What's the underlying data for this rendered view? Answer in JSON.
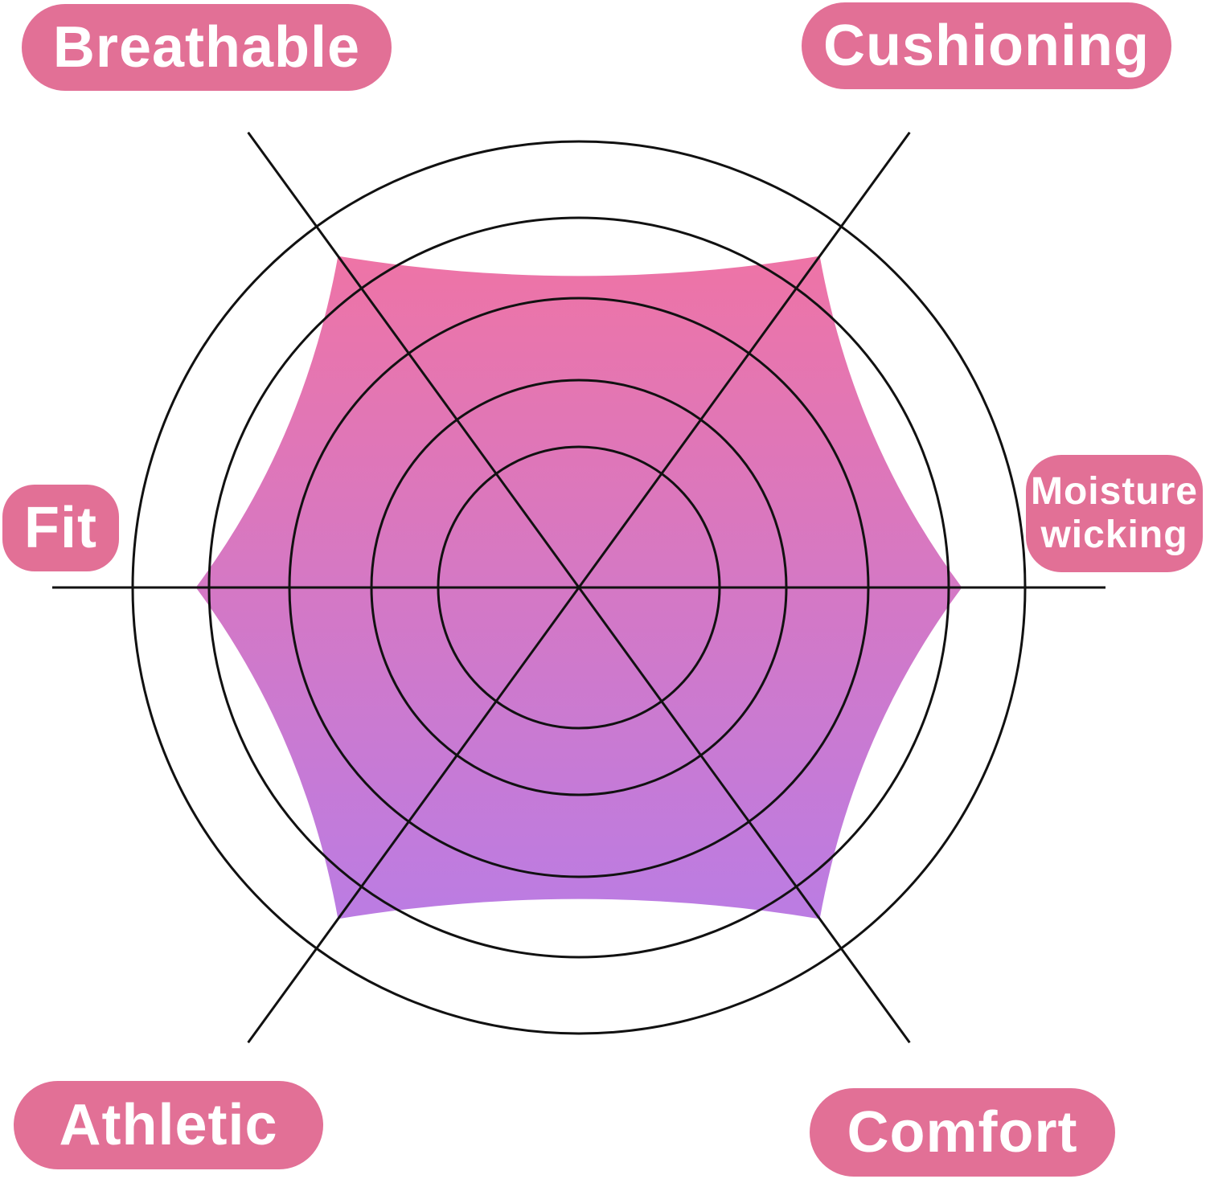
{
  "chart_data": {
    "type": "radar",
    "axes": [
      "Cushioning",
      "Moisture\nwicking",
      "Comfort",
      "Athletic",
      "Fit",
      "Breathable"
    ],
    "values": [
      5,
      5,
      5,
      5,
      5,
      5
    ],
    "range": [
      0,
      6
    ],
    "rings": 6,
    "fill_gradient": [
      "#ee74a6",
      "#bb7ce3"
    ],
    "line_color": "#111111",
    "label_color": "#e27096"
  },
  "labels": {
    "breathable": "Breathable",
    "cushioning": "Cushioning",
    "fit": "Fit",
    "moisture": "Moisture\nwicking",
    "athletic": "Athletic",
    "comfort": "Comfort"
  }
}
